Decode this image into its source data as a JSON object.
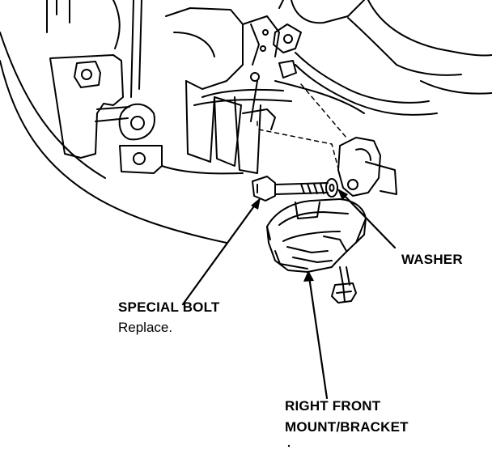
{
  "labels": {
    "washer": "WASHER",
    "special_bolt": "SPECIAL BOLT",
    "special_bolt_note": "Replace.",
    "mount_line1": "RIGHT FRONT",
    "mount_line2": "MOUNT/BRACKET"
  },
  "colors": {
    "ink": "#000000",
    "paper": "#ffffff"
  }
}
